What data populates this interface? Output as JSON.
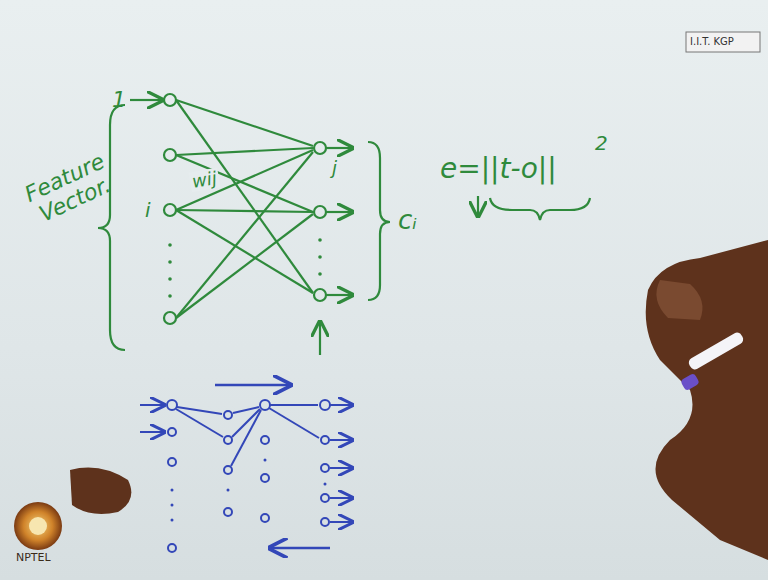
{
  "diagram": {
    "labels": [
      "I.I.T. KGP",
      "1",
      "Feature Vector.",
      "wij",
      "i",
      "j",
      "cᵢ",
      "e=||t-o||",
      "2",
      "NPTEL"
    ]
  }
}
